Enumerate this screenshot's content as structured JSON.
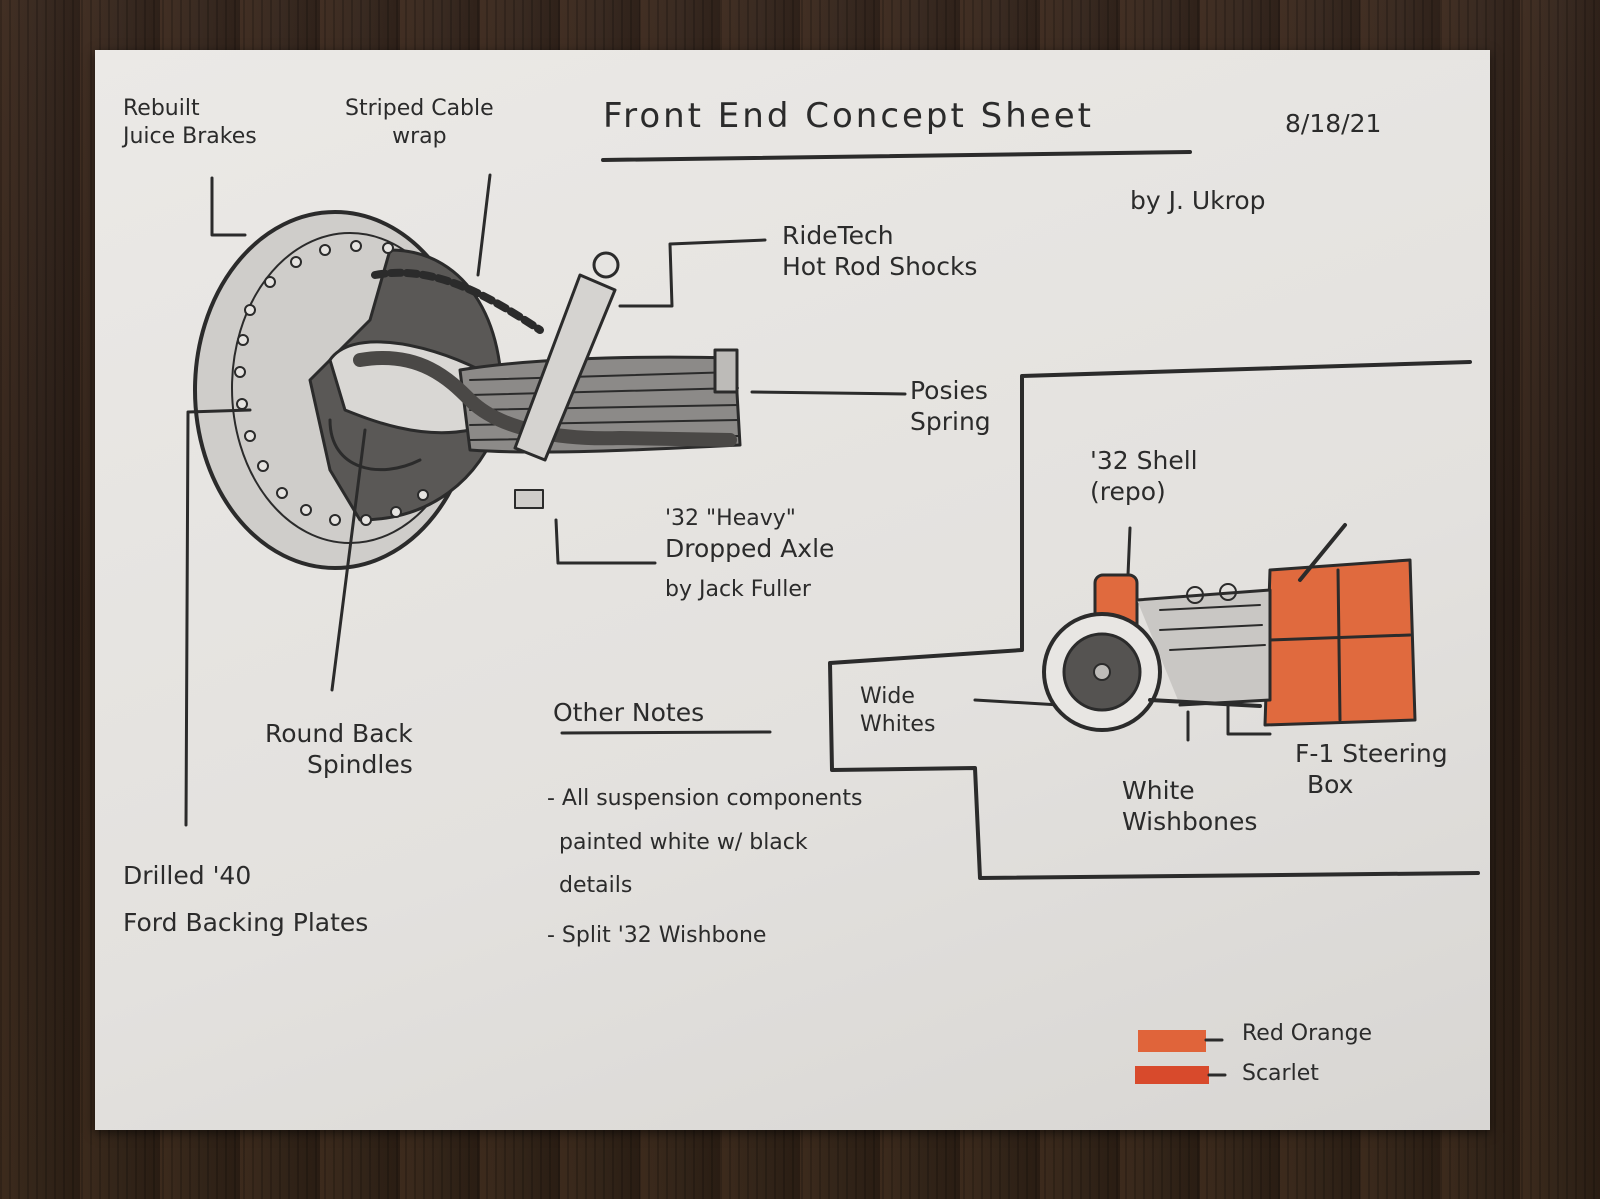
{
  "sheet": {
    "title": "Front End Concept Sheet",
    "date": "8/18/21",
    "author": "by J. Ukrop"
  },
  "labels": {
    "brakes": [
      "Rebuilt",
      "Juice Brakes"
    ],
    "cable_wrap": [
      "Striped Cable",
      "wrap"
    ],
    "shocks": [
      "RideTech",
      "Hot Rod Shocks"
    ],
    "spring": [
      "Posies",
      "Spring"
    ],
    "axle": [
      "'32 \"Heavy\"",
      "Dropped Axle",
      "by Jack Fuller"
    ],
    "spindles": [
      "Round Back",
      "Spindles"
    ],
    "backing_plates": [
      "Drilled '40",
      "Ford Backing Plates"
    ],
    "shell": [
      "'32 Shell",
      "(repo)"
    ],
    "wide_whites": [
      "Wide",
      "Whites"
    ],
    "steering_box": [
      "F-1 Steering",
      "Box"
    ],
    "wishbones": [
      "White",
      "Wishbones"
    ]
  },
  "notes": {
    "heading": "Other Notes",
    "items": [
      "- All suspension components",
      "painted white w/ black",
      "details",
      "- Split '32 Wishbone"
    ]
  },
  "legend": {
    "items": [
      {
        "label": "Red Orange",
        "color": "#e0643a"
      },
      {
        "label": "Scarlet",
        "color": "#d84a2c"
      }
    ]
  },
  "colors": {
    "pencil": "#2b2b2b",
    "orange": "#e06a3e"
  }
}
